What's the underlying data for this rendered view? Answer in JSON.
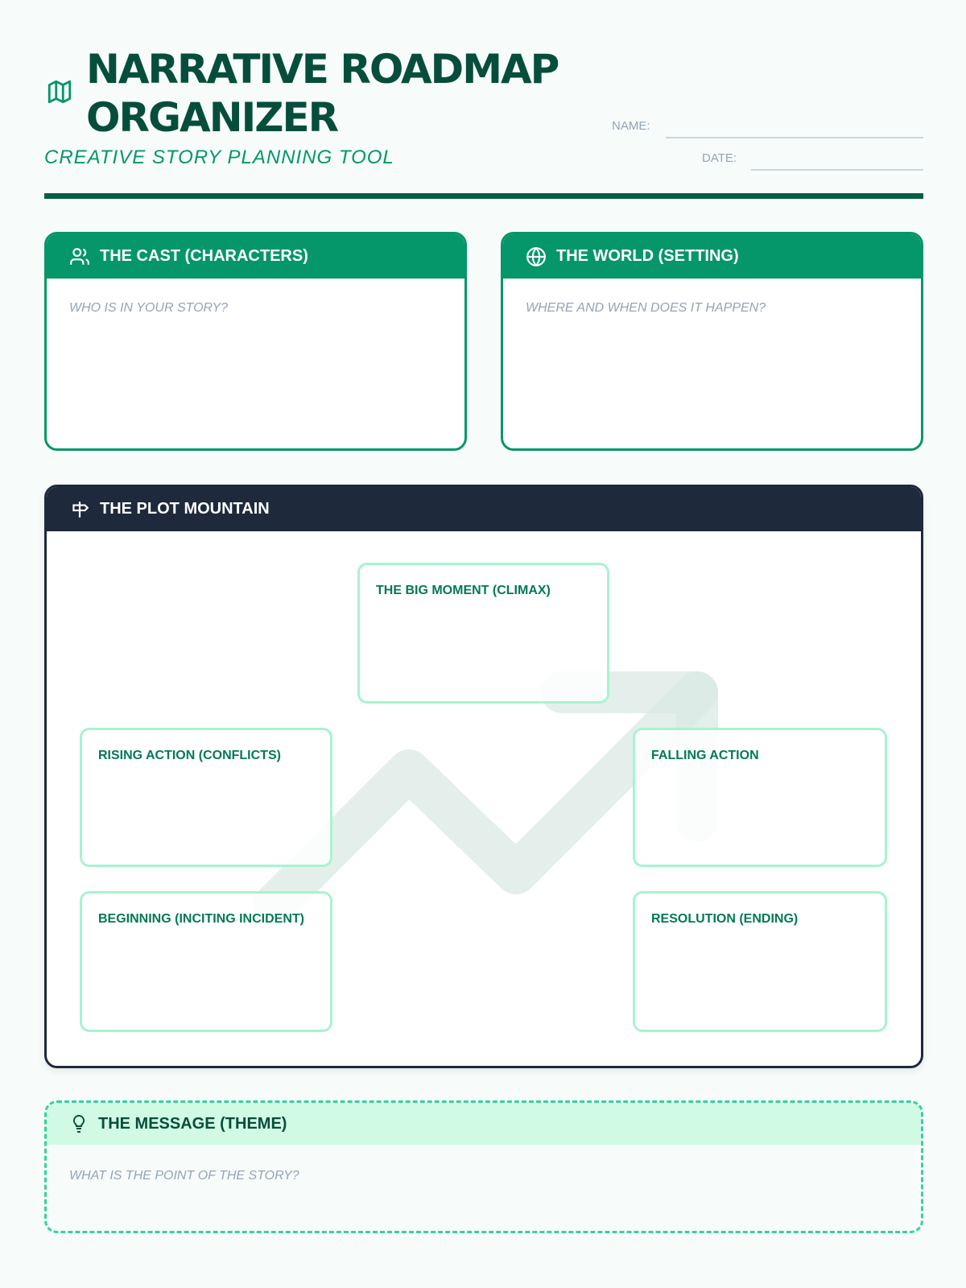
{
  "header": {
    "title_line1": "NARRATIVE ROADMAP",
    "title_line2": "ORGANIZER",
    "subtitle": "CREATIVE STORY PLANNING TOOL",
    "name_label": "NAME:",
    "date_label": "DATE:"
  },
  "cast": {
    "title": "THE CAST (CHARACTERS)",
    "prompt": "WHO IS IN YOUR STORY?"
  },
  "world": {
    "title": "THE WORLD (SETTING)",
    "prompt": "WHERE AND WHEN DOES IT HAPPEN?"
  },
  "plot": {
    "title": "THE PLOT MOUNTAIN",
    "climax": "THE BIG MOMENT (CLIMAX)",
    "rising": "RISING ACTION (CONFLICTS)",
    "beginning": "BEGINNING (INCITING INCIDENT)",
    "falling": "FALLING ACTION",
    "resolution": "RESOLUTION (ENDING)"
  },
  "theme": {
    "title": "THE MESSAGE (THEME)",
    "prompt": "WHAT IS THE POINT OF THE STORY?"
  },
  "colors": {
    "primary": "#059669",
    "dark": "#064e3b",
    "navy": "#1e293b",
    "mint": "#a7f3d0"
  }
}
